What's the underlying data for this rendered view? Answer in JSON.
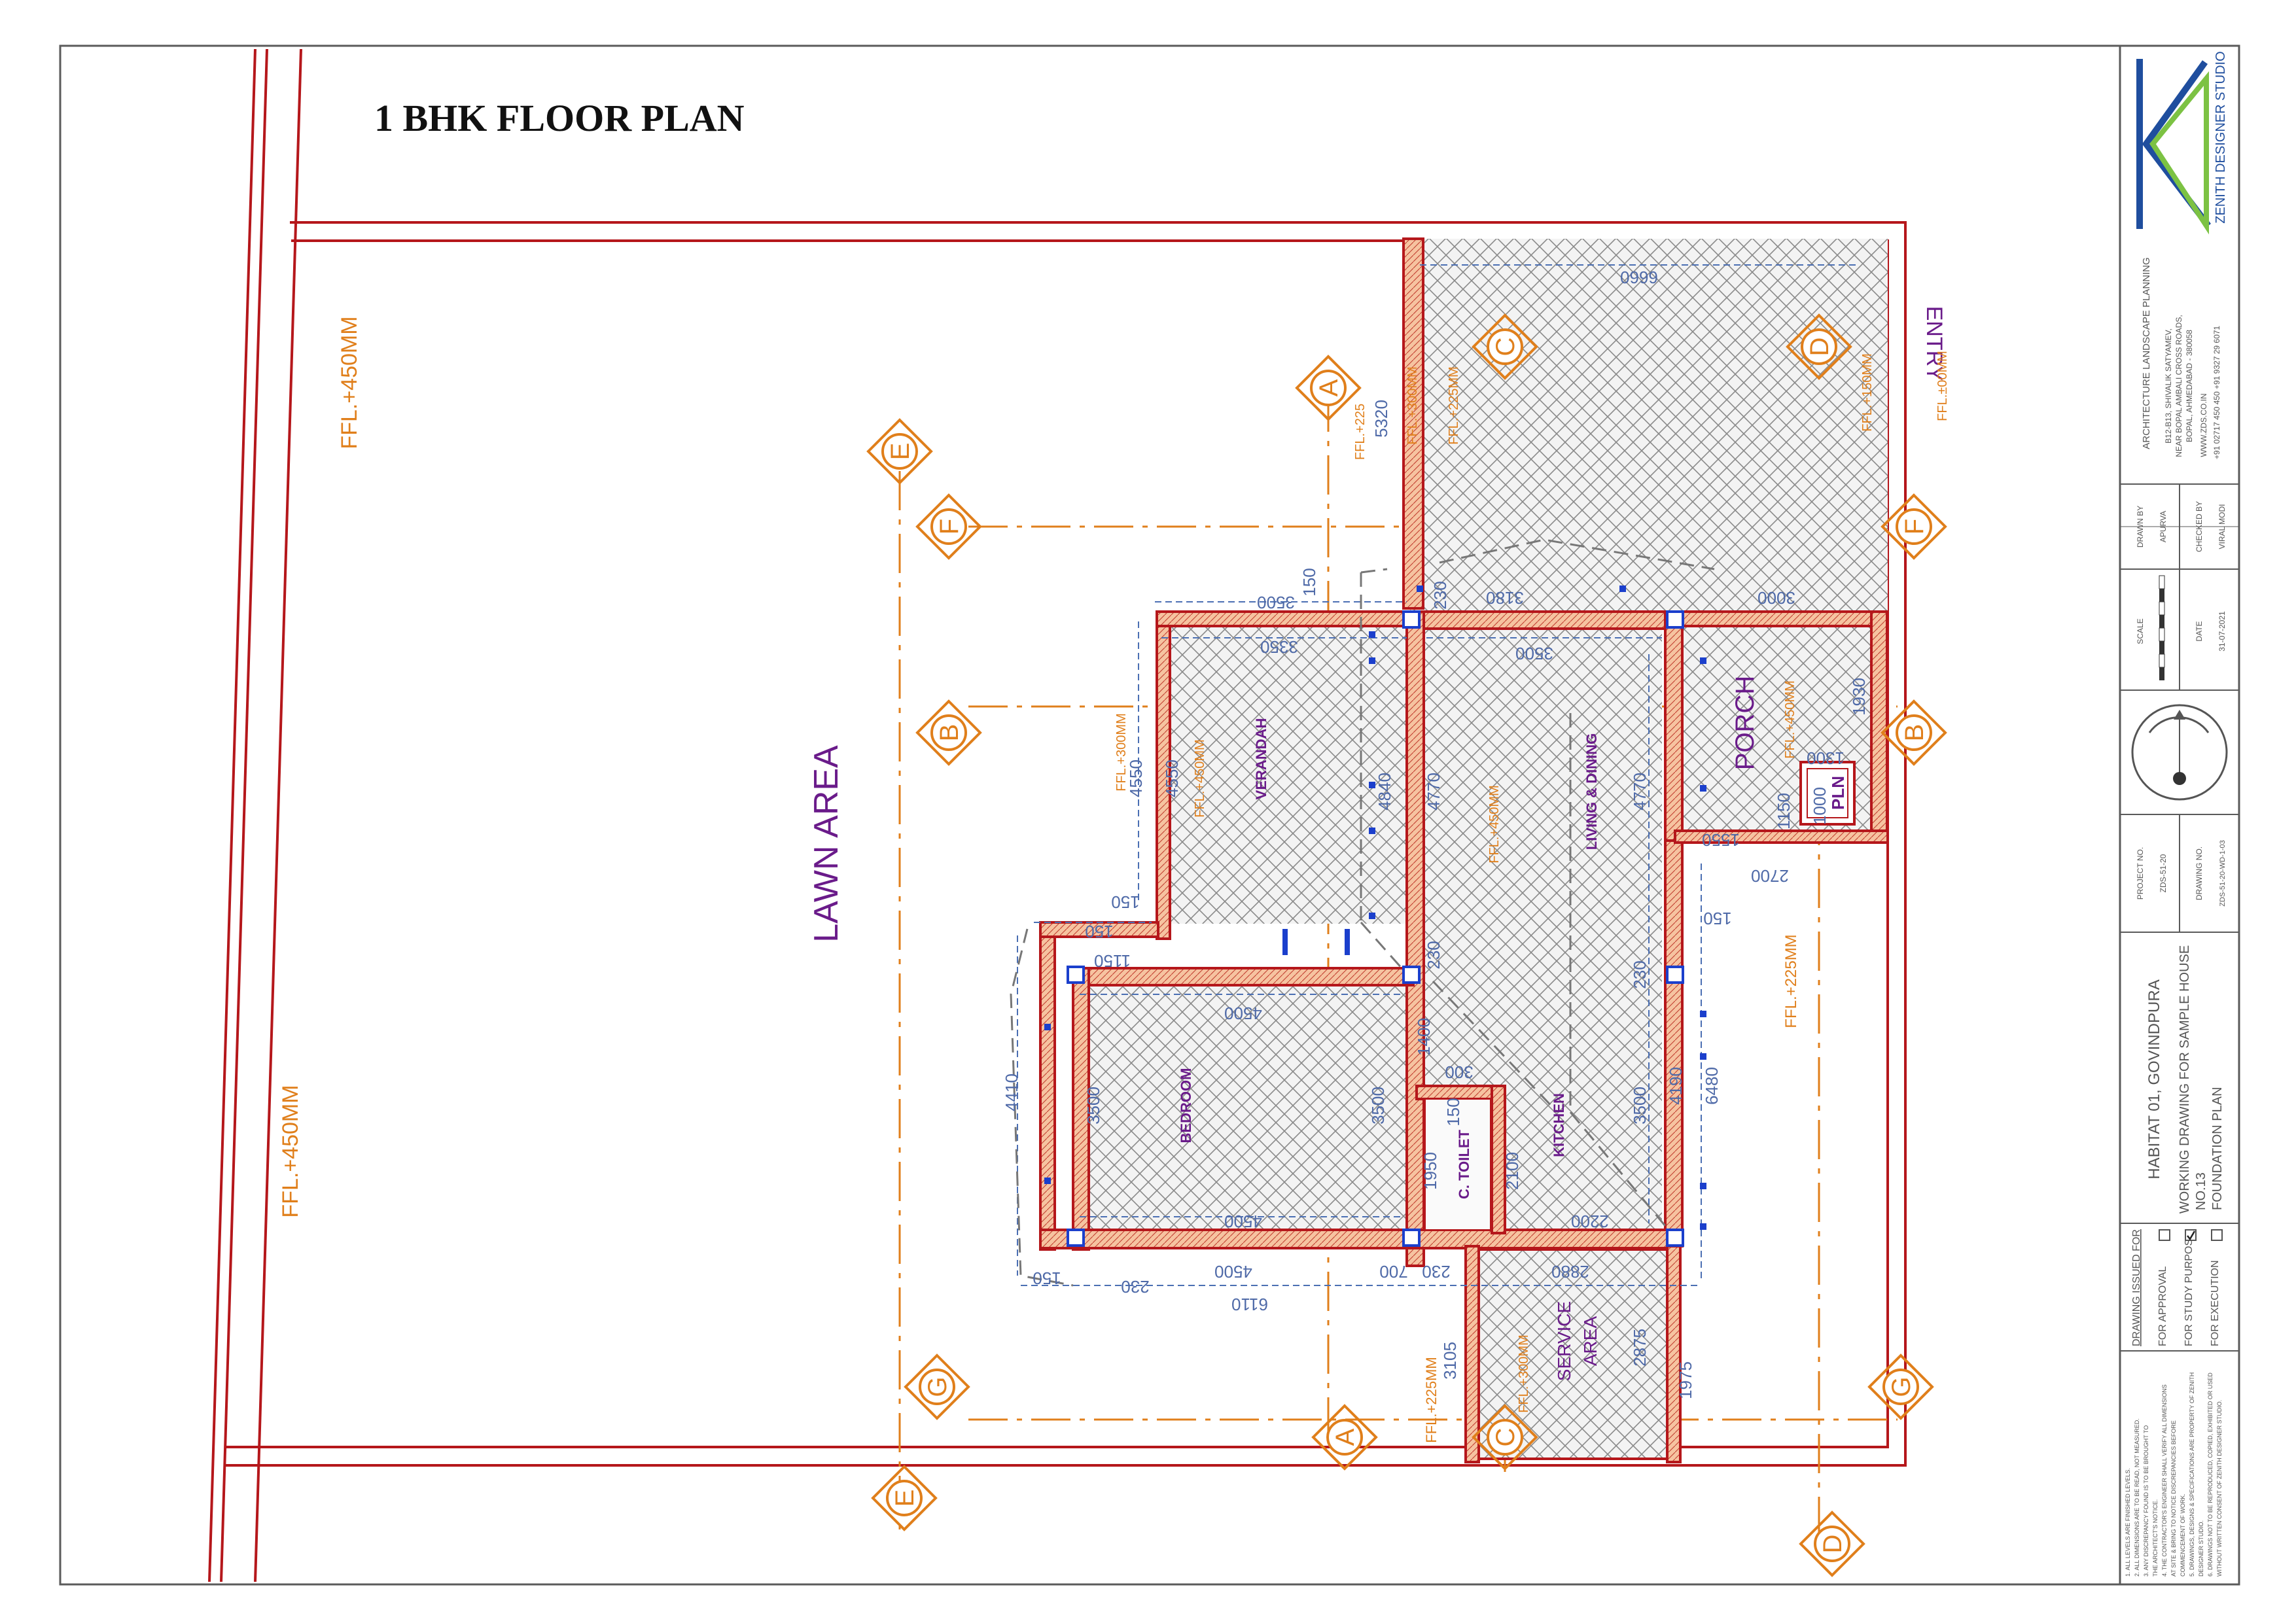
{
  "title": "1 BHK FLOOR PLAN",
  "colors": {
    "wall": "#b5171b",
    "wall_fill": "#f3b58d",
    "grid": "#e07f1b",
    "room_text": "#6a1b8a",
    "dim": "#2a4f9a",
    "column": "#1b3fcc",
    "hatch": "#7d7d7d",
    "sheet": "#5a5a5a",
    "logo_blue": "#1f4e9e",
    "logo_green": "#7cc243"
  },
  "labels": {
    "lawn": "LAWN AREA",
    "entry": "ENTRY",
    "porch": "PORCH",
    "pln": "PLN",
    "verandah": "VERANDAH",
    "living": "LIVING & DINING",
    "bedroom": "BEDROOM",
    "toilet": "C. TOILET",
    "kitchen": "KITCHEN",
    "service1": "SERVICE",
    "service2": "AREA",
    "ffl_450_a": "FFL.+450MM",
    "ffl_450_b": "FFL.+450MM",
    "ffl_225_main": "FFL.+225MM",
    "ffl_225_bottom": "FFL.+225MM",
    "ffl_225_top": "FFL.+225",
    "ffl_300_top": "FFL.+300MM",
    "ffl_225_top2": "FFL.+225MM",
    "ffl_150": "FFL.+150MM",
    "ffl_0": "FFL.±00MM",
    "ffl_300_ver": "FFL.+300MM",
    "ffl_450_ver": "FFL.+450MM",
    "ffl_450_liv": "FFL.+450MM",
    "ffl_450_porch": "FFL.+450MM",
    "ffl_300_serv": "FFL.+300MM"
  },
  "grid_markers": {
    "A": "A",
    "B": "B",
    "C": "C",
    "D": "D",
    "E": "E",
    "F": "F",
    "G": "G"
  },
  "dims": {
    "d6660": "6660",
    "d5320": "5320",
    "d3500a": "3500",
    "d150a": "150",
    "d230a": "230",
    "d3180": "3180",
    "d3000": "3000",
    "d3350": "3350",
    "d3500b": "3500",
    "d4550a": "4550",
    "d4550b": "4550",
    "d4840": "4840",
    "d4770a": "4770",
    "d4770b": "4770",
    "d1930": "1930",
    "d1300": "1300",
    "d1150": "1150",
    "d1000": "1000",
    "d1550": "1550",
    "d2700": "2700",
    "d150b": "150",
    "d150c": "150",
    "d150d": "150",
    "d1150b": "1150",
    "d230b": "230",
    "d4500a": "4500",
    "d4410": "4410",
    "d3500c": "3500",
    "d3500d": "3500",
    "d1400": "1400",
    "d300": "300",
    "d150e": "150",
    "d1950": "1950",
    "d2100": "2100",
    "d3500e": "3500",
    "d4190": "4190",
    "d6480": "6480",
    "d230c": "230",
    "d4500b": "4500",
    "d2200": "2200",
    "d4500c": "4500",
    "d150f": "150",
    "d230d": "230",
    "d6110": "6110",
    "d700": "700",
    "d230e": "230",
    "d2880": "2880",
    "d3105": "3105",
    "d2875": "2875",
    "d1975": "1975"
  },
  "title_block": {
    "brand": "ZENITH DESIGNER STUDIO",
    "services": "ARCHITECTURE   LANDSCAPE   PLANNING",
    "addr1": "B12-B13, SHIVALIK SATYAMEV,",
    "addr2": "NEAR BOPAL AMBALI CROSS ROADS,",
    "addr3": "BOPAL, AHMEDABAD - 380058",
    "web": "WWW.ZDS.CO.IN",
    "phone": "+91 02717 450 450    +91 9327 29 6071",
    "drawn_by_label": "DRAWN BY",
    "drawn_by": "APURVA",
    "checked_by_label": "CHECKED BY",
    "checked_by": "VIRAL MODI",
    "scale_label": "SCALE",
    "date_label": "DATE",
    "date": "31-07-2021",
    "project_no_label": "PROJECT NO.",
    "project_no": "ZDS-51-20",
    "drawing_no_label": "DRAWING NO.",
    "drawing_no": "ZDS-51-20-WD-1-03",
    "project_name": "HABITAT 01, GOVINDPURA",
    "drawing_title1": "WORKING DRAWING FOR SAMPLE HOUSE",
    "drawing_title2": "NO.13",
    "drawing_title3": "FOUNDATION PLAN",
    "issued_label": "DRAWING ISSUED FOR",
    "issue1": "FOR APPROVAL",
    "issue2": "FOR STUDY PURPOSE",
    "issue3": "FOR EXECUTION",
    "issue_checked": [
      false,
      true,
      false
    ],
    "notes": [
      "1. ALL LEVELS ARE FINISHED LEVELS.",
      "2. ALL DIMENSIONS ARE TO BE READ, NOT MEASURED.",
      "3. ANY DISCREPANCY FOUND IS TO BE BROUGHT TO",
      "THE ARCHITECT'S NOTICE.",
      "4. THE CONTRACTOR'S ENGINEER SHALL VERIFY ALL DIMENSIONS",
      "AT SITE & BRING TO NOTICE DISCREPANCIES BEFORE",
      "COMMENCEMENT OF WORK.",
      "5. DRAWINGS, DESIGNS & SPECIFICATIONS ARE PROPERTY OF ZENITH",
      "DESIGNER STUDIO.",
      "6. DRAWINGS NOT TO BE REPRODUCED, COPIED, EXHIBITED OR USED",
      "WITHOUT WRITTEN CONSENT OF ZENITH DESIGNER STUDIO."
    ]
  }
}
